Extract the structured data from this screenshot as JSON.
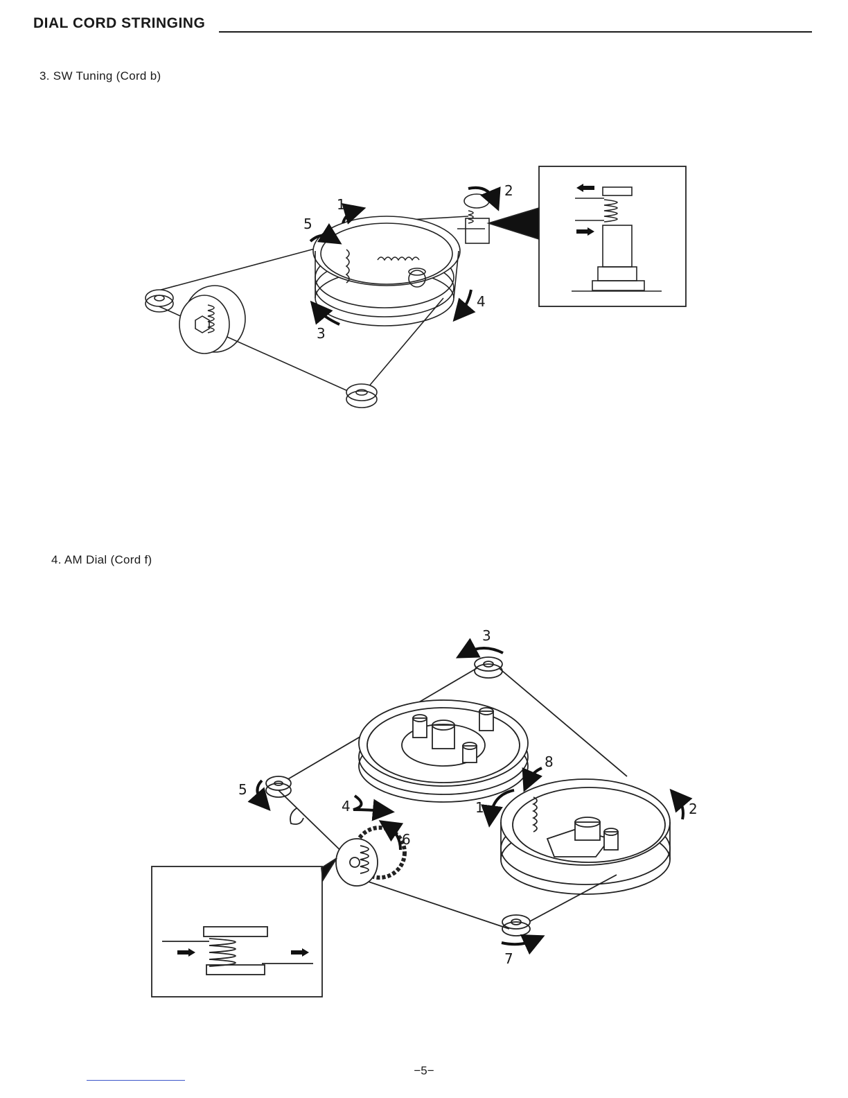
{
  "header": {
    "title": "DIAL CORD STRINGING"
  },
  "sections": [
    {
      "heading": "3. SW Tuning (Cord b)",
      "steps": [
        "1",
        "2",
        "3",
        "4",
        "5"
      ]
    },
    {
      "heading": "4. AM Dial (Cord f)",
      "steps": [
        "1",
        "2",
        "3",
        "4",
        "5",
        "6",
        "7",
        "8"
      ]
    }
  ],
  "footer": {
    "page_number": "−5−"
  }
}
